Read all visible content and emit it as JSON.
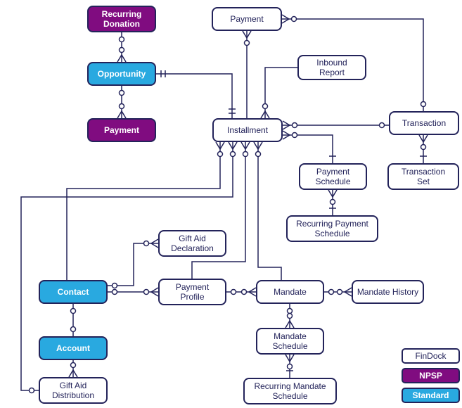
{
  "diagram": {
    "colors": {
      "npsp": "#800C80",
      "standard": "#29A9E0",
      "findock_fill": "#FFFFFF",
      "outline": "#23235A"
    },
    "entities": [
      {
        "id": "recurring-donation",
        "label": "Recurring Donation",
        "type": "npsp"
      },
      {
        "id": "payment-findock",
        "label": "Payment",
        "type": "findock"
      },
      {
        "id": "opportunity",
        "label": "Opportunity",
        "type": "standard"
      },
      {
        "id": "inbound-report",
        "label": "Inbound Report",
        "type": "findock"
      },
      {
        "id": "payment-npsp",
        "label": "Payment",
        "type": "npsp"
      },
      {
        "id": "installment",
        "label": "Installment",
        "type": "findock"
      },
      {
        "id": "transaction",
        "label": "Transaction",
        "type": "findock"
      },
      {
        "id": "transaction-set",
        "label": "Transaction Set",
        "type": "findock"
      },
      {
        "id": "payment-schedule",
        "label": "Payment Schedule",
        "type": "findock"
      },
      {
        "id": "recurring-payment-schedule",
        "label": "Recurring Payment Schedule",
        "type": "findock"
      },
      {
        "id": "gift-aid-declaration",
        "label": "Gift Aid Declaration",
        "type": "findock"
      },
      {
        "id": "contact",
        "label": "Contact",
        "type": "standard"
      },
      {
        "id": "payment-profile",
        "label": "Payment Profile",
        "type": "findock"
      },
      {
        "id": "mandate",
        "label": "Mandate",
        "type": "findock"
      },
      {
        "id": "mandate-history",
        "label": "Mandate History",
        "type": "findock"
      },
      {
        "id": "account",
        "label": "Account",
        "type": "standard"
      },
      {
        "id": "mandate-schedule",
        "label": "Mandate Schedule",
        "type": "findock"
      },
      {
        "id": "recurring-mandate-schedule",
        "label": "Recurring Mandate Schedule",
        "type": "findock"
      },
      {
        "id": "gift-aid-distribution",
        "label": "Gift Aid Distribution",
        "type": "findock"
      }
    ],
    "legend": [
      {
        "id": "findock",
        "label": "FinDock",
        "type": "findock"
      },
      {
        "id": "npsp",
        "label": "NPSP",
        "type": "npsp"
      },
      {
        "id": "standard",
        "label": "Standard",
        "type": "standard"
      }
    ],
    "relationships": [
      {
        "id": "rd-opp",
        "from": "recurring-donation",
        "to": "opportunity",
        "from_marker": "circle",
        "to_marker": "circle-many"
      },
      {
        "id": "opp-payment-npsp",
        "from": "opportunity",
        "to": "payment-npsp",
        "from_marker": "circle",
        "to_marker": "circle-many"
      },
      {
        "id": "opp-installment",
        "from": "opportunity",
        "to": "installment",
        "from_marker": "one-one",
        "to_marker": "one-one"
      },
      {
        "id": "payment-installment",
        "from": "payment-findock",
        "to": "installment",
        "from_marker": "circle-many",
        "to_marker": "none"
      },
      {
        "id": "inbound-installment",
        "from": "inbound-report",
        "to": "installment",
        "from_marker": "none",
        "to_marker": "circle-many"
      },
      {
        "id": "installment-transaction",
        "from": "installment",
        "to": "transaction",
        "from_marker": "circle-many",
        "to_marker": "circle"
      },
      {
        "id": "payment-transaction",
        "from": "payment-findock",
        "to": "transaction",
        "from_marker": "circle-many",
        "to_marker": "circle"
      },
      {
        "id": "transaction-transaction-set",
        "from": "transaction",
        "to": "transaction-set",
        "from_marker": "circle-many",
        "to_marker": "one"
      },
      {
        "id": "installment-payment-schedule",
        "from": "installment",
        "to": "payment-schedule",
        "from_marker": "circle-many",
        "to_marker": "one"
      },
      {
        "id": "payment-schedule-rps",
        "from": "payment-schedule",
        "to": "recurring-payment-schedule",
        "from_marker": "circle-many",
        "to_marker": "one"
      },
      {
        "id": "installment-contact",
        "from": "installment",
        "to": "contact",
        "from_marker": "circle-many",
        "to_marker": "none"
      },
      {
        "id": "installment-gift-aid-distribution",
        "from": "installment",
        "to": "gift-aid-distribution",
        "from_marker": "circle-many",
        "to_marker": "circle"
      },
      {
        "id": "installment-payment-profile",
        "from": "installment",
        "to": "payment-profile",
        "from_marker": "circle-many",
        "to_marker": "none"
      },
      {
        "id": "installment-mandate",
        "from": "installment",
        "to": "mandate",
        "from_marker": "circle-many",
        "to_marker": "none"
      },
      {
        "id": "gift-aid-declaration-contact",
        "from": "gift-aid-declaration",
        "to": "contact",
        "from_marker": "circle-many",
        "to_marker": "circle"
      },
      {
        "id": "payment-profile-contact",
        "from": "payment-profile",
        "to": "contact",
        "from_marker": "circle-many",
        "to_marker": "circle"
      },
      {
        "id": "mandate-payment-profile",
        "from": "mandate",
        "to": "payment-profile",
        "from_marker": "circle-many",
        "to_marker": "circle"
      },
      {
        "id": "mandate-history-mandate",
        "from": "mandate-history",
        "to": "mandate",
        "from_marker": "circle-many",
        "to_marker": "circle"
      },
      {
        "id": "mandate-mandate-schedule",
        "from": "mandate",
        "to": "mandate-schedule",
        "from_marker": "circle",
        "to_marker": "circle-many"
      },
      {
        "id": "mandate-schedule-rms",
        "from": "mandate-schedule",
        "to": "recurring-mandate-schedule",
        "from_marker": "circle-many",
        "to_marker": "one"
      },
      {
        "id": "contact-account",
        "from": "contact",
        "to": "account",
        "from_marker": "circle",
        "to_marker": "circle"
      },
      {
        "id": "account-gift-aid-distribution",
        "from": "account",
        "to": "gift-aid-distribution",
        "from_marker": "none",
        "to_marker": "circle-many"
      }
    ]
  }
}
